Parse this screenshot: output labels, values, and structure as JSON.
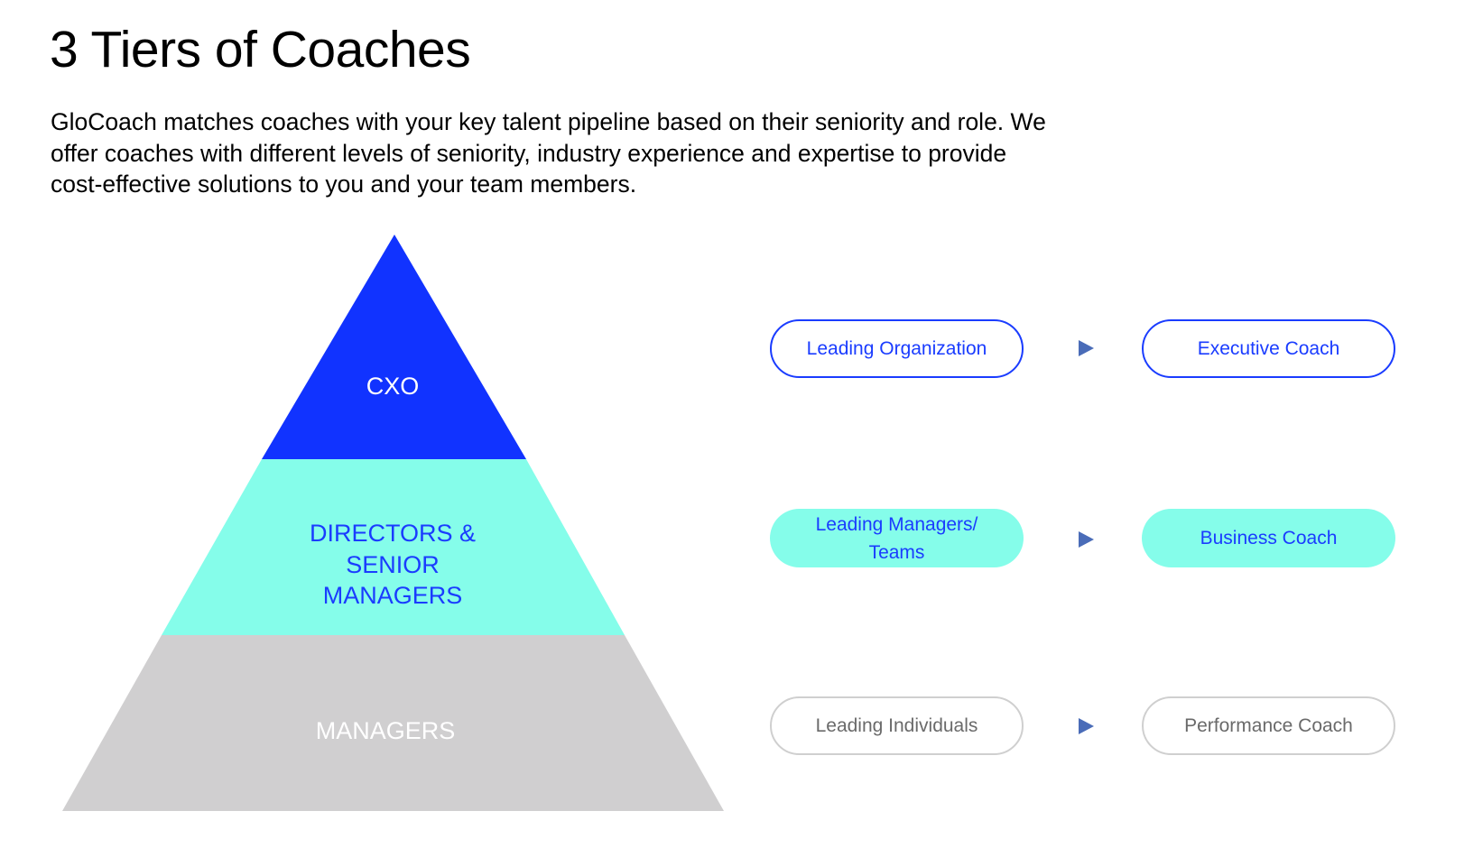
{
  "title": "3 Tiers of Coaches",
  "description": "GloCoach matches coaches with your key talent pipeline based on their seniority and role. We offer coaches with different levels of seniority, industry experience and expertise to provide cost-effective solutions to you and your team members.",
  "colors": {
    "tier1": "#1133ff",
    "tier2": "#85fdea",
    "tier3": "#d0cfd0",
    "arrow": "#4a6cb8"
  },
  "pyramid": {
    "tiers": [
      {
        "label": "CXO"
      },
      {
        "label_lines": [
          "DIRECTORS &",
          "SENIOR",
          "MANAGERS"
        ]
      },
      {
        "label": "MANAGERS"
      }
    ]
  },
  "rows": [
    {
      "focus": "Leading Organization",
      "arrow_icon": "triangle-right",
      "coach": "Executive Coach"
    },
    {
      "focus_lines": [
        "Leading Managers/",
        "Teams"
      ],
      "arrow_icon": "triangle-right",
      "coach": "Business Coach"
    },
    {
      "focus": "Leading Individuals",
      "arrow_icon": "triangle-right",
      "coach": "Performance Coach"
    }
  ]
}
